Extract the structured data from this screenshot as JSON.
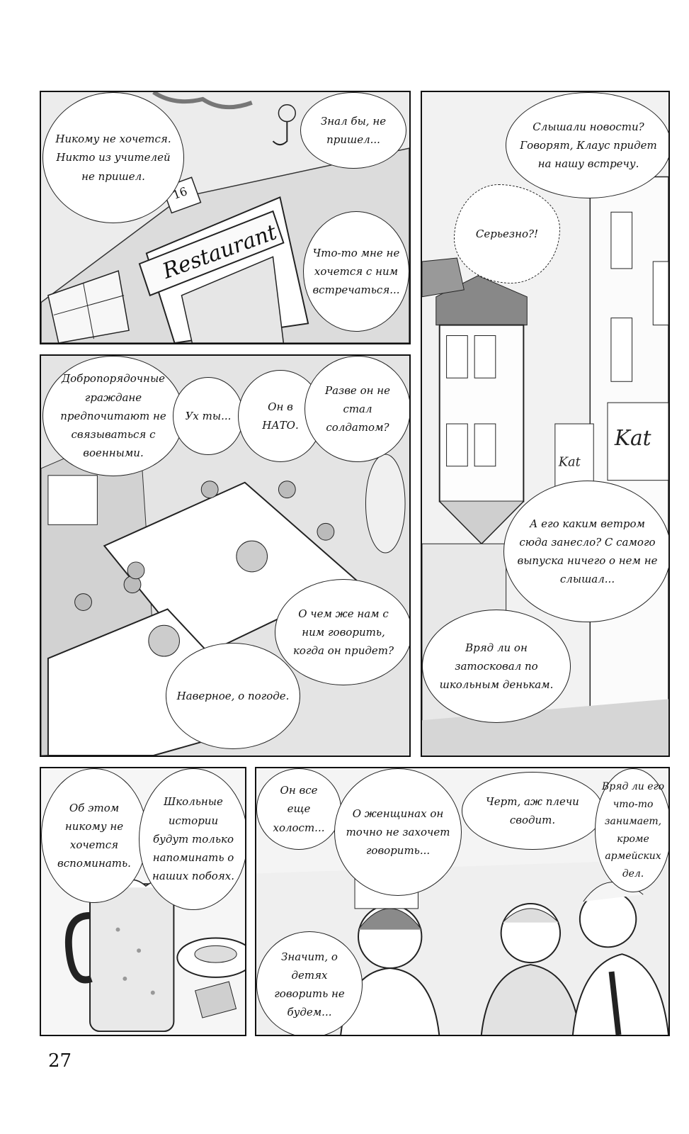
{
  "page_number": "27",
  "panels": {
    "p1": {
      "sign_number": "16",
      "sign_text": "Restaurant",
      "bubbles": [
        "Никому не хочется. Никто из учителей не пришел.",
        "Знал бы, не пришел...",
        "Что-то мне не хочется с ним встречаться..."
      ]
    },
    "p2": {
      "bubbles": [
        "Слышали новости? Говорят, Клаус придет на нашу встречу.",
        "Серьезно?!",
        "А его каким ветром сюда занесло? С самого выпуска ничего о нем не слышал...",
        "Вряд ли он затосковал по школьным денькам."
      ]
    },
    "p3": {
      "bubbles": [
        "Добропорядочные граждане предпочитают не связываться с военными.",
        "Ух ты...",
        "Он в НАТО.",
        "Разве он не стал солдатом?",
        "О чем же нам с ним говорить, когда он придет?",
        "Наверное, о погоде."
      ]
    },
    "p4": {
      "bubbles": [
        "Об этом никому не хочется вспоминать.",
        "Школьные истории будут только напоминать о наших побоях."
      ]
    },
    "p5": {
      "bubbles": [
        "Он все еще холост...",
        "О женщинах он точно не захочет говорить...",
        "Черт, аж плечи сводит.",
        "Вряд ли его что-то занимает, кроме армейских дел.",
        "Значит, о детях говорить не будем..."
      ]
    }
  }
}
